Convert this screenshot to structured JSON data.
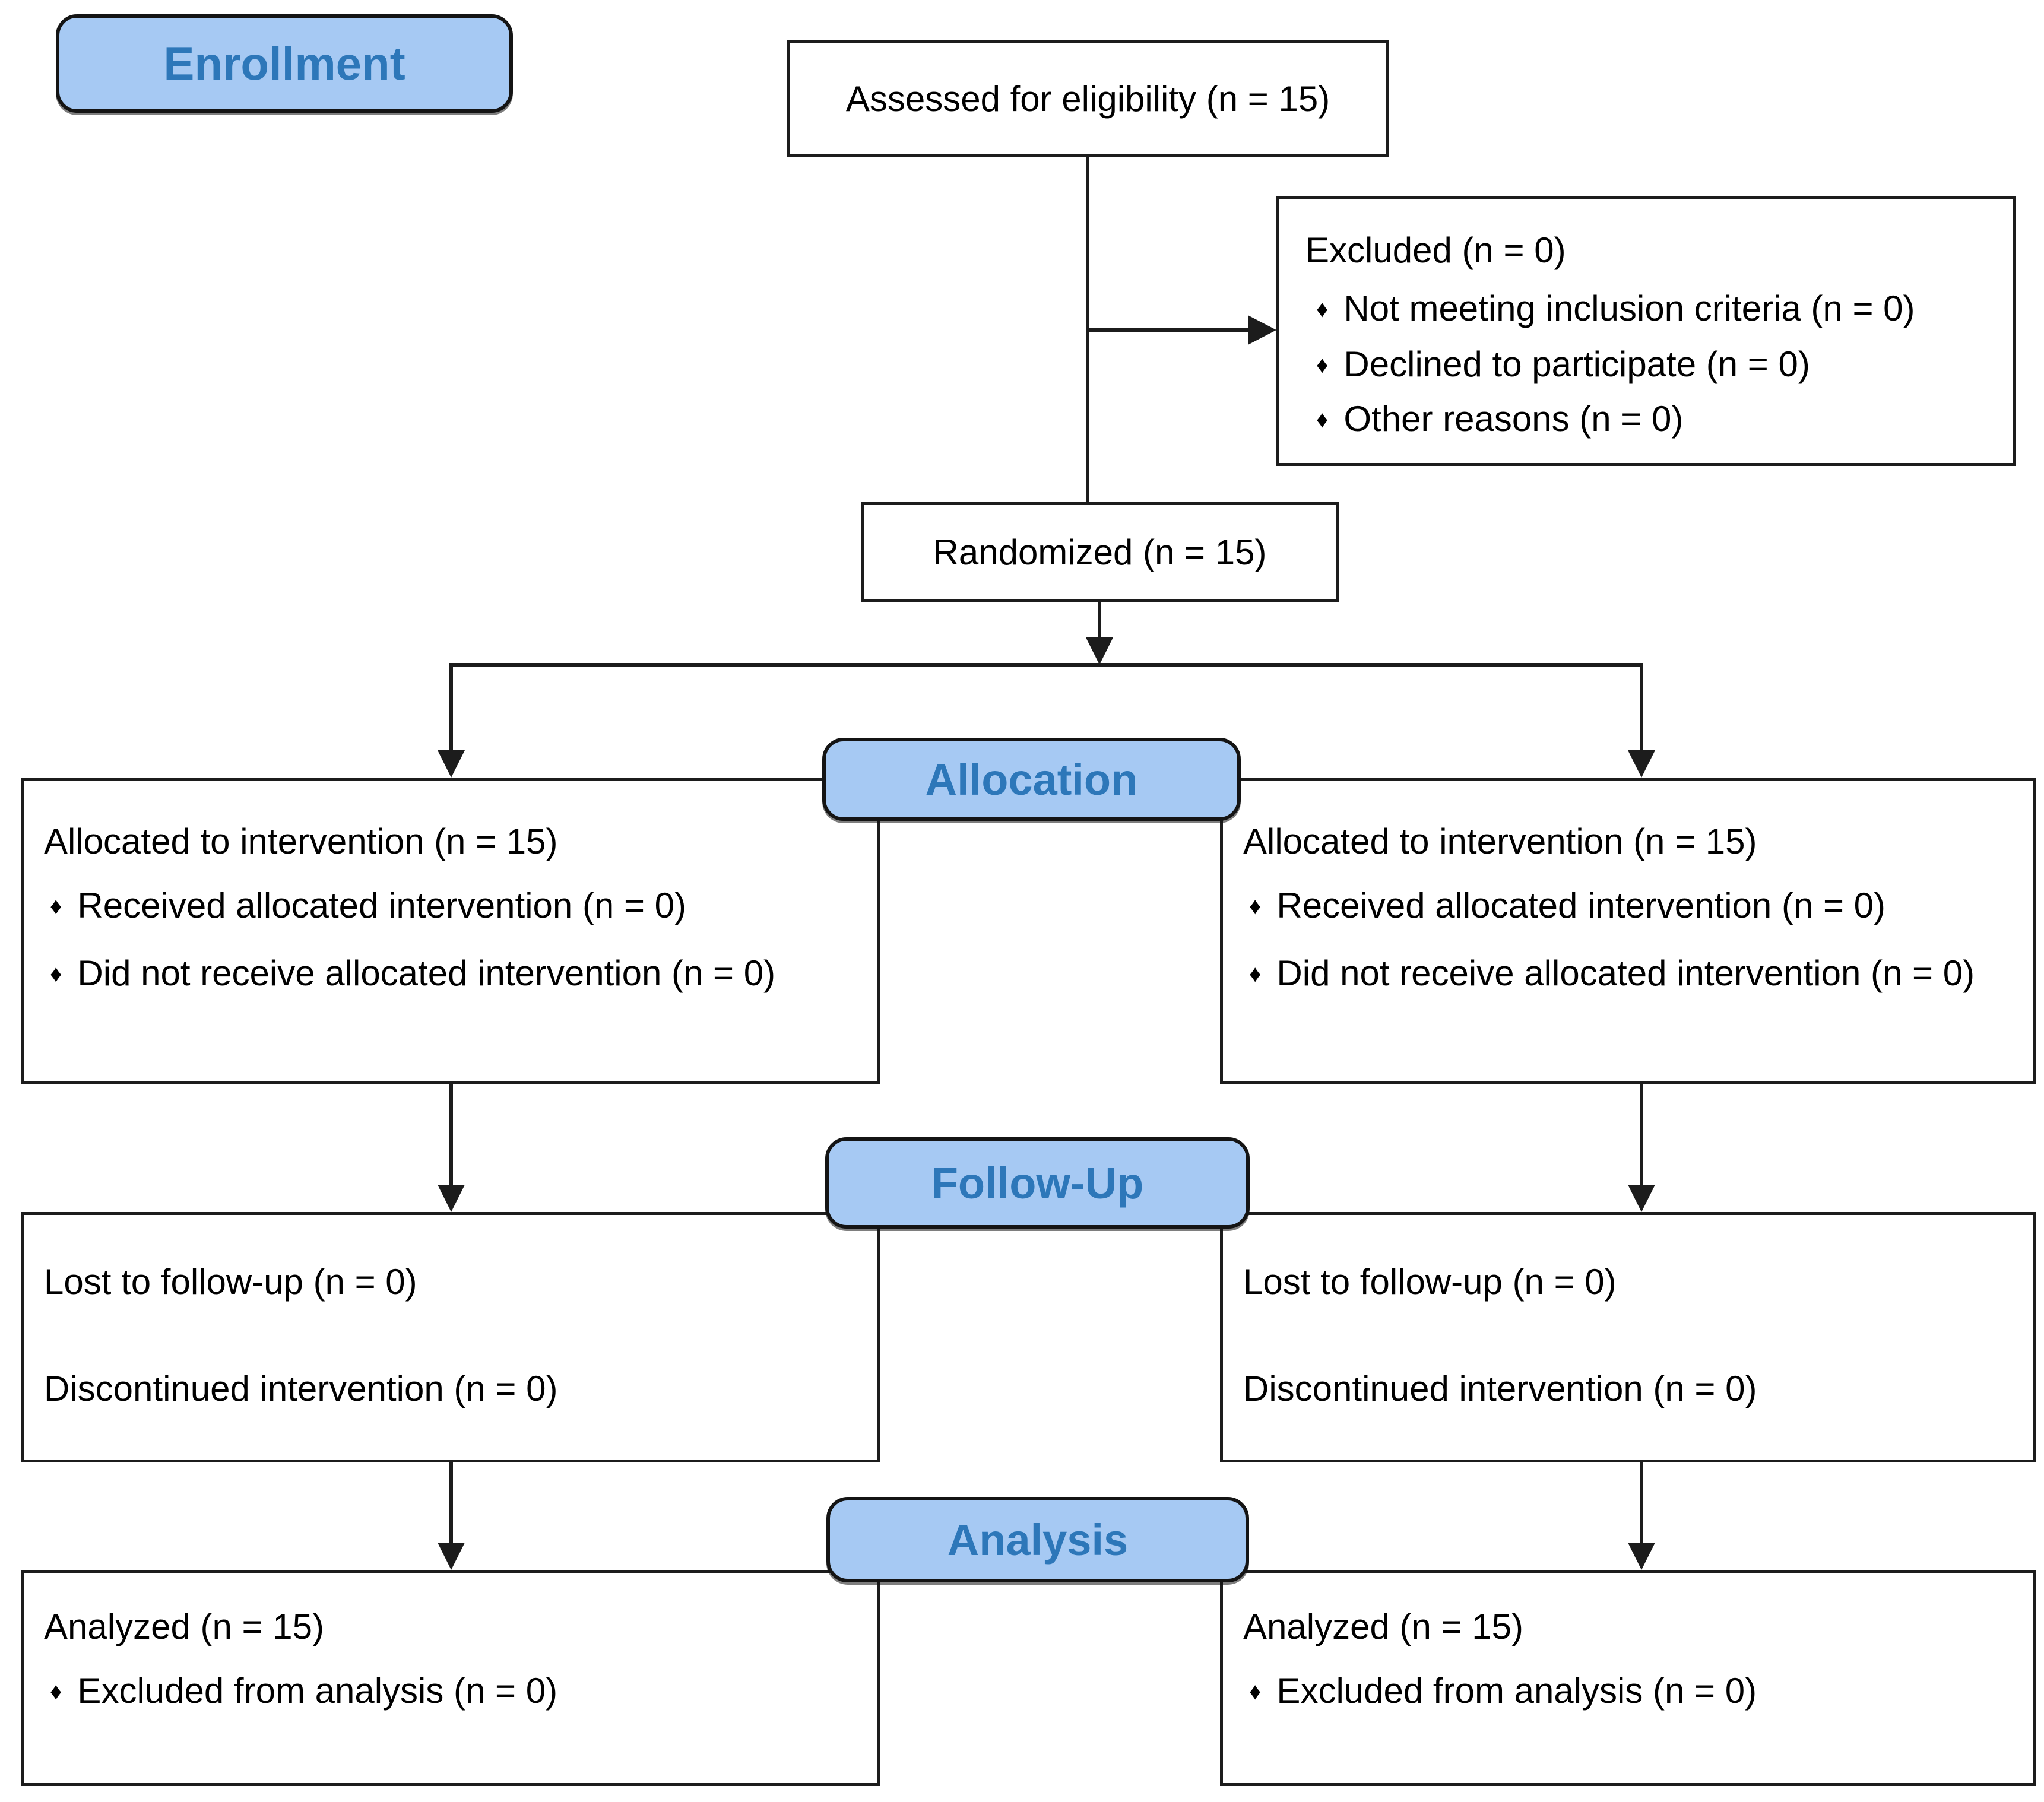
{
  "title": "CONSORT participant flow diagram",
  "glyphs": {
    "bullet": "♦"
  },
  "colors": {
    "header_fill": "#A6C9F3",
    "header_text": "#2D77B9",
    "box_border": "#1C1C1C",
    "connector": "#1C1C1C",
    "box_fill": "#FFFFFF",
    "text": "#000000",
    "background": "#FFFFFF"
  },
  "headers": {
    "enrollment": "Enrollment",
    "allocation": "Allocation",
    "followup": "Follow-Up",
    "analysis": "Analysis"
  },
  "boxes": {
    "assessed": {
      "text": "Assessed for eligibility (n = 15)"
    },
    "excluded": {
      "title": "Excluded (n = 0)",
      "bullets": [
        "Not meeting inclusion criteria (n = 0)",
        "Declined to participate (n = 0)",
        "Other reasons (n = 0)"
      ]
    },
    "randomized": {
      "text": "Randomized (n = 15)"
    },
    "alloc_left": {
      "title": "Allocated to intervention (n = 15)",
      "bullets": [
        "Received allocated intervention (n = 0)",
        "Did not receive allocated intervention (n = 0)"
      ]
    },
    "alloc_right": {
      "title": "Allocated to intervention (n = 15)",
      "bullets": [
        "Received allocated intervention (n = 0)",
        "Did not receive allocated intervention (n = 0)"
      ]
    },
    "fu_left": {
      "lines": [
        "Lost to follow-up (n = 0)",
        "Discontinued intervention (n = 0)"
      ]
    },
    "fu_right": {
      "lines": [
        "Lost to follow-up (n = 0)",
        "Discontinued intervention (n = 0)"
      ]
    },
    "an_left": {
      "title": "Analyzed (n = 15)",
      "bullets": [
        "Excluded from analysis (n = 0)"
      ]
    },
    "an_right": {
      "title": "Analyzed (n = 15)",
      "bullets": [
        "Excluded from analysis (n = 0)"
      ]
    }
  }
}
